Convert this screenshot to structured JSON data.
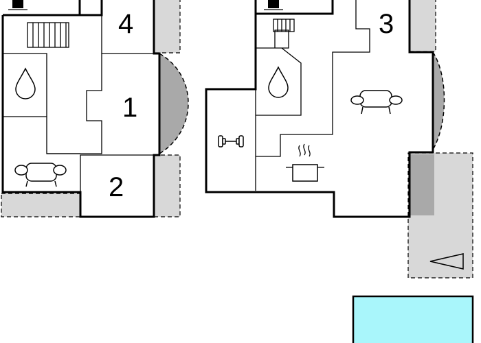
{
  "rooms": {
    "label_1": "1",
    "label_2": "2",
    "label_3": "3",
    "label_4": "4"
  },
  "icons": {
    "bathroom": "water-drop-icon",
    "living": "sofa-icon",
    "kitchen": "cooking-pot-icon",
    "fitness": "dumbbell-icon",
    "heating": "radiator-icon",
    "light": "lamp-icon",
    "entrance": "arrow-icon"
  },
  "colors": {
    "pool": "#a9f6fb",
    "terrace": "#d8d8d8",
    "terrace_dark": "#a9a9a9",
    "wall": "#000000"
  }
}
